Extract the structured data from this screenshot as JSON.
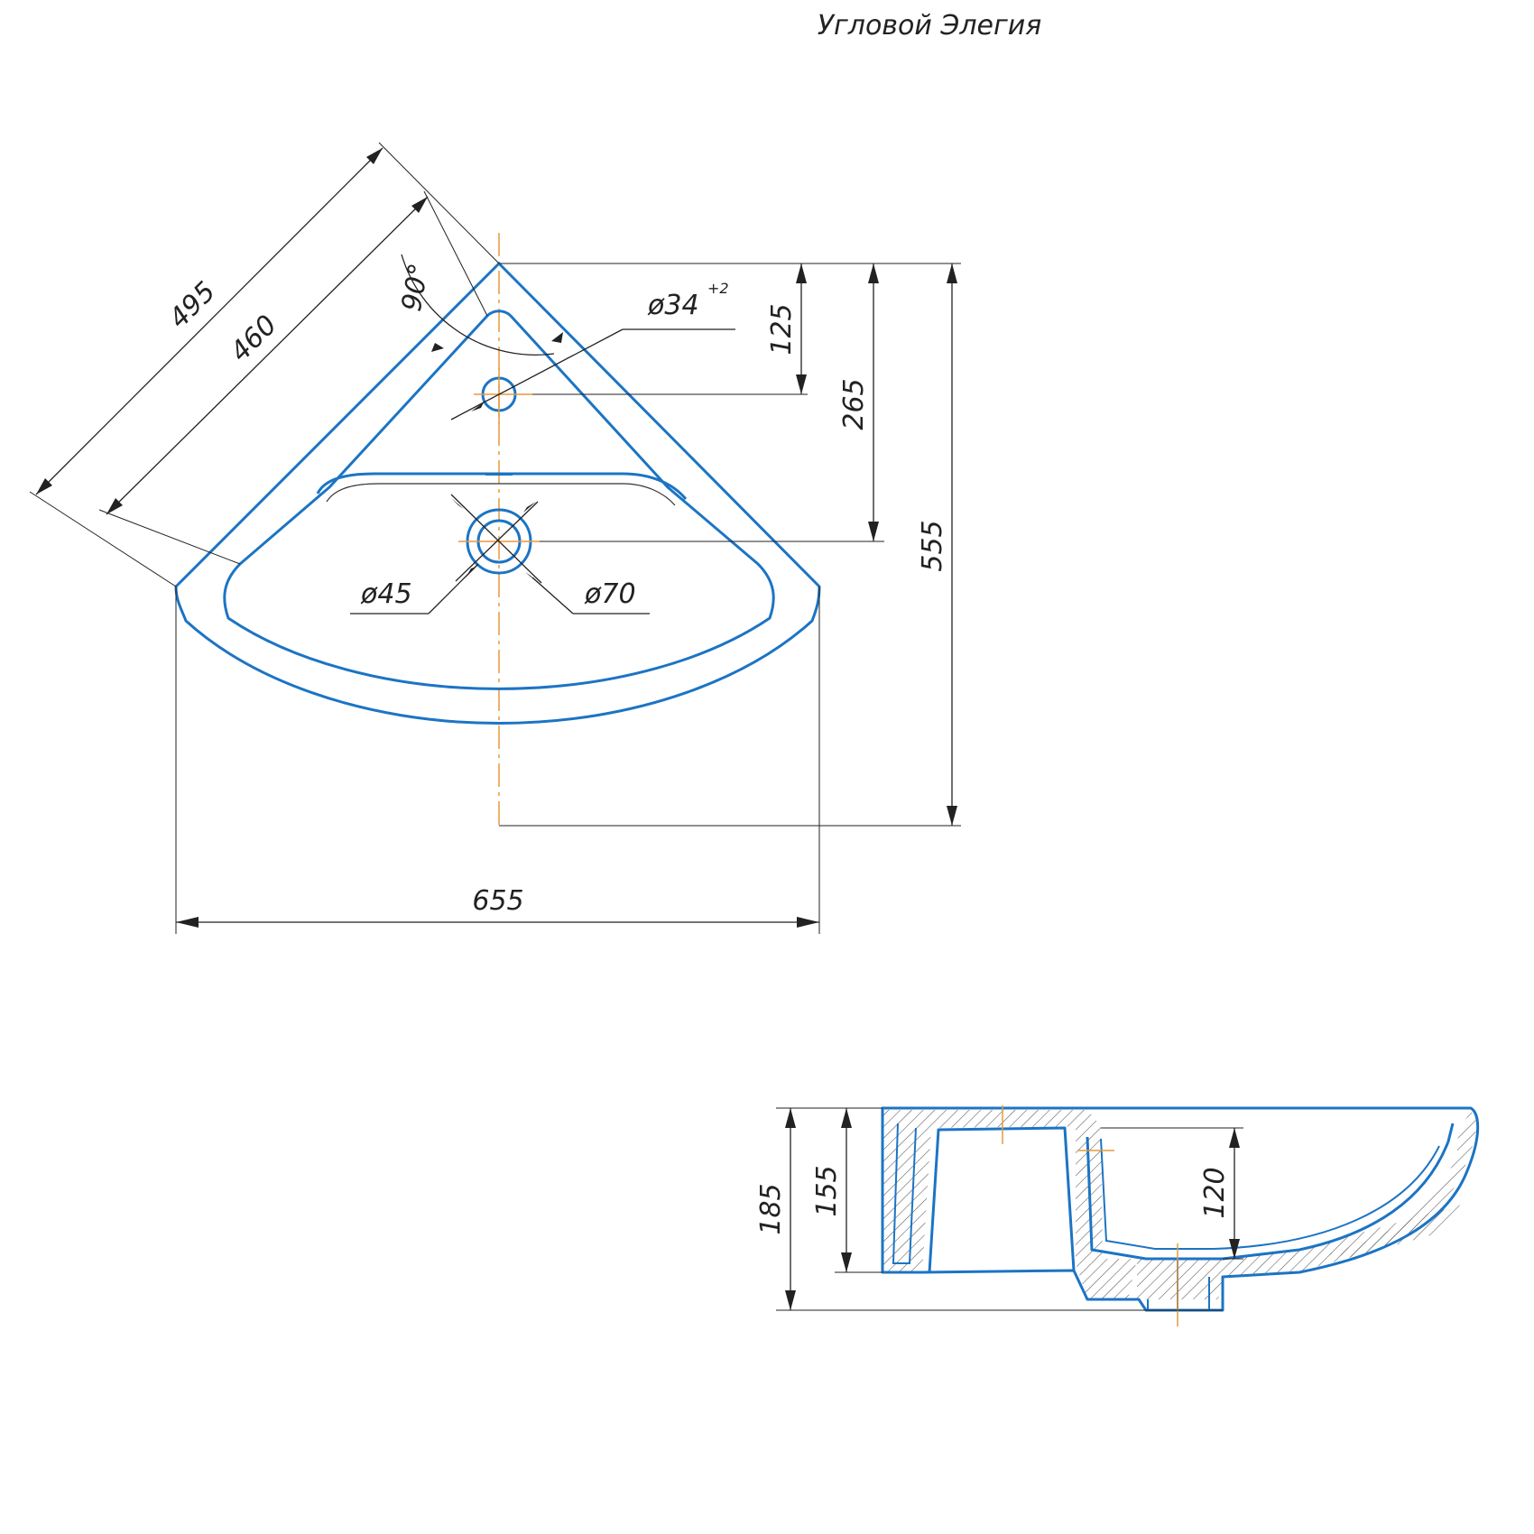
{
  "title": "Угловой Элегия",
  "colors": {
    "outline": "#1c74c4",
    "centerline": "#e69a3c",
    "dimension": "#222222"
  },
  "plan_view": {
    "dimensions": {
      "side_outer": "495",
      "side_inner": "460",
      "angle": "90°",
      "tap_hole_diameter": "ø34",
      "tap_hole_tolerance": "+2",
      "tap_hole_offset": "125",
      "drain_offset": "265",
      "depth_total": "555",
      "drain_inner_diameter": "ø45",
      "drain_outer_diameter": "ø70",
      "width_total": "655"
    }
  },
  "section_view": {
    "dimensions": {
      "height_total": "185",
      "height_rim": "155",
      "bowl_depth": "120"
    }
  }
}
